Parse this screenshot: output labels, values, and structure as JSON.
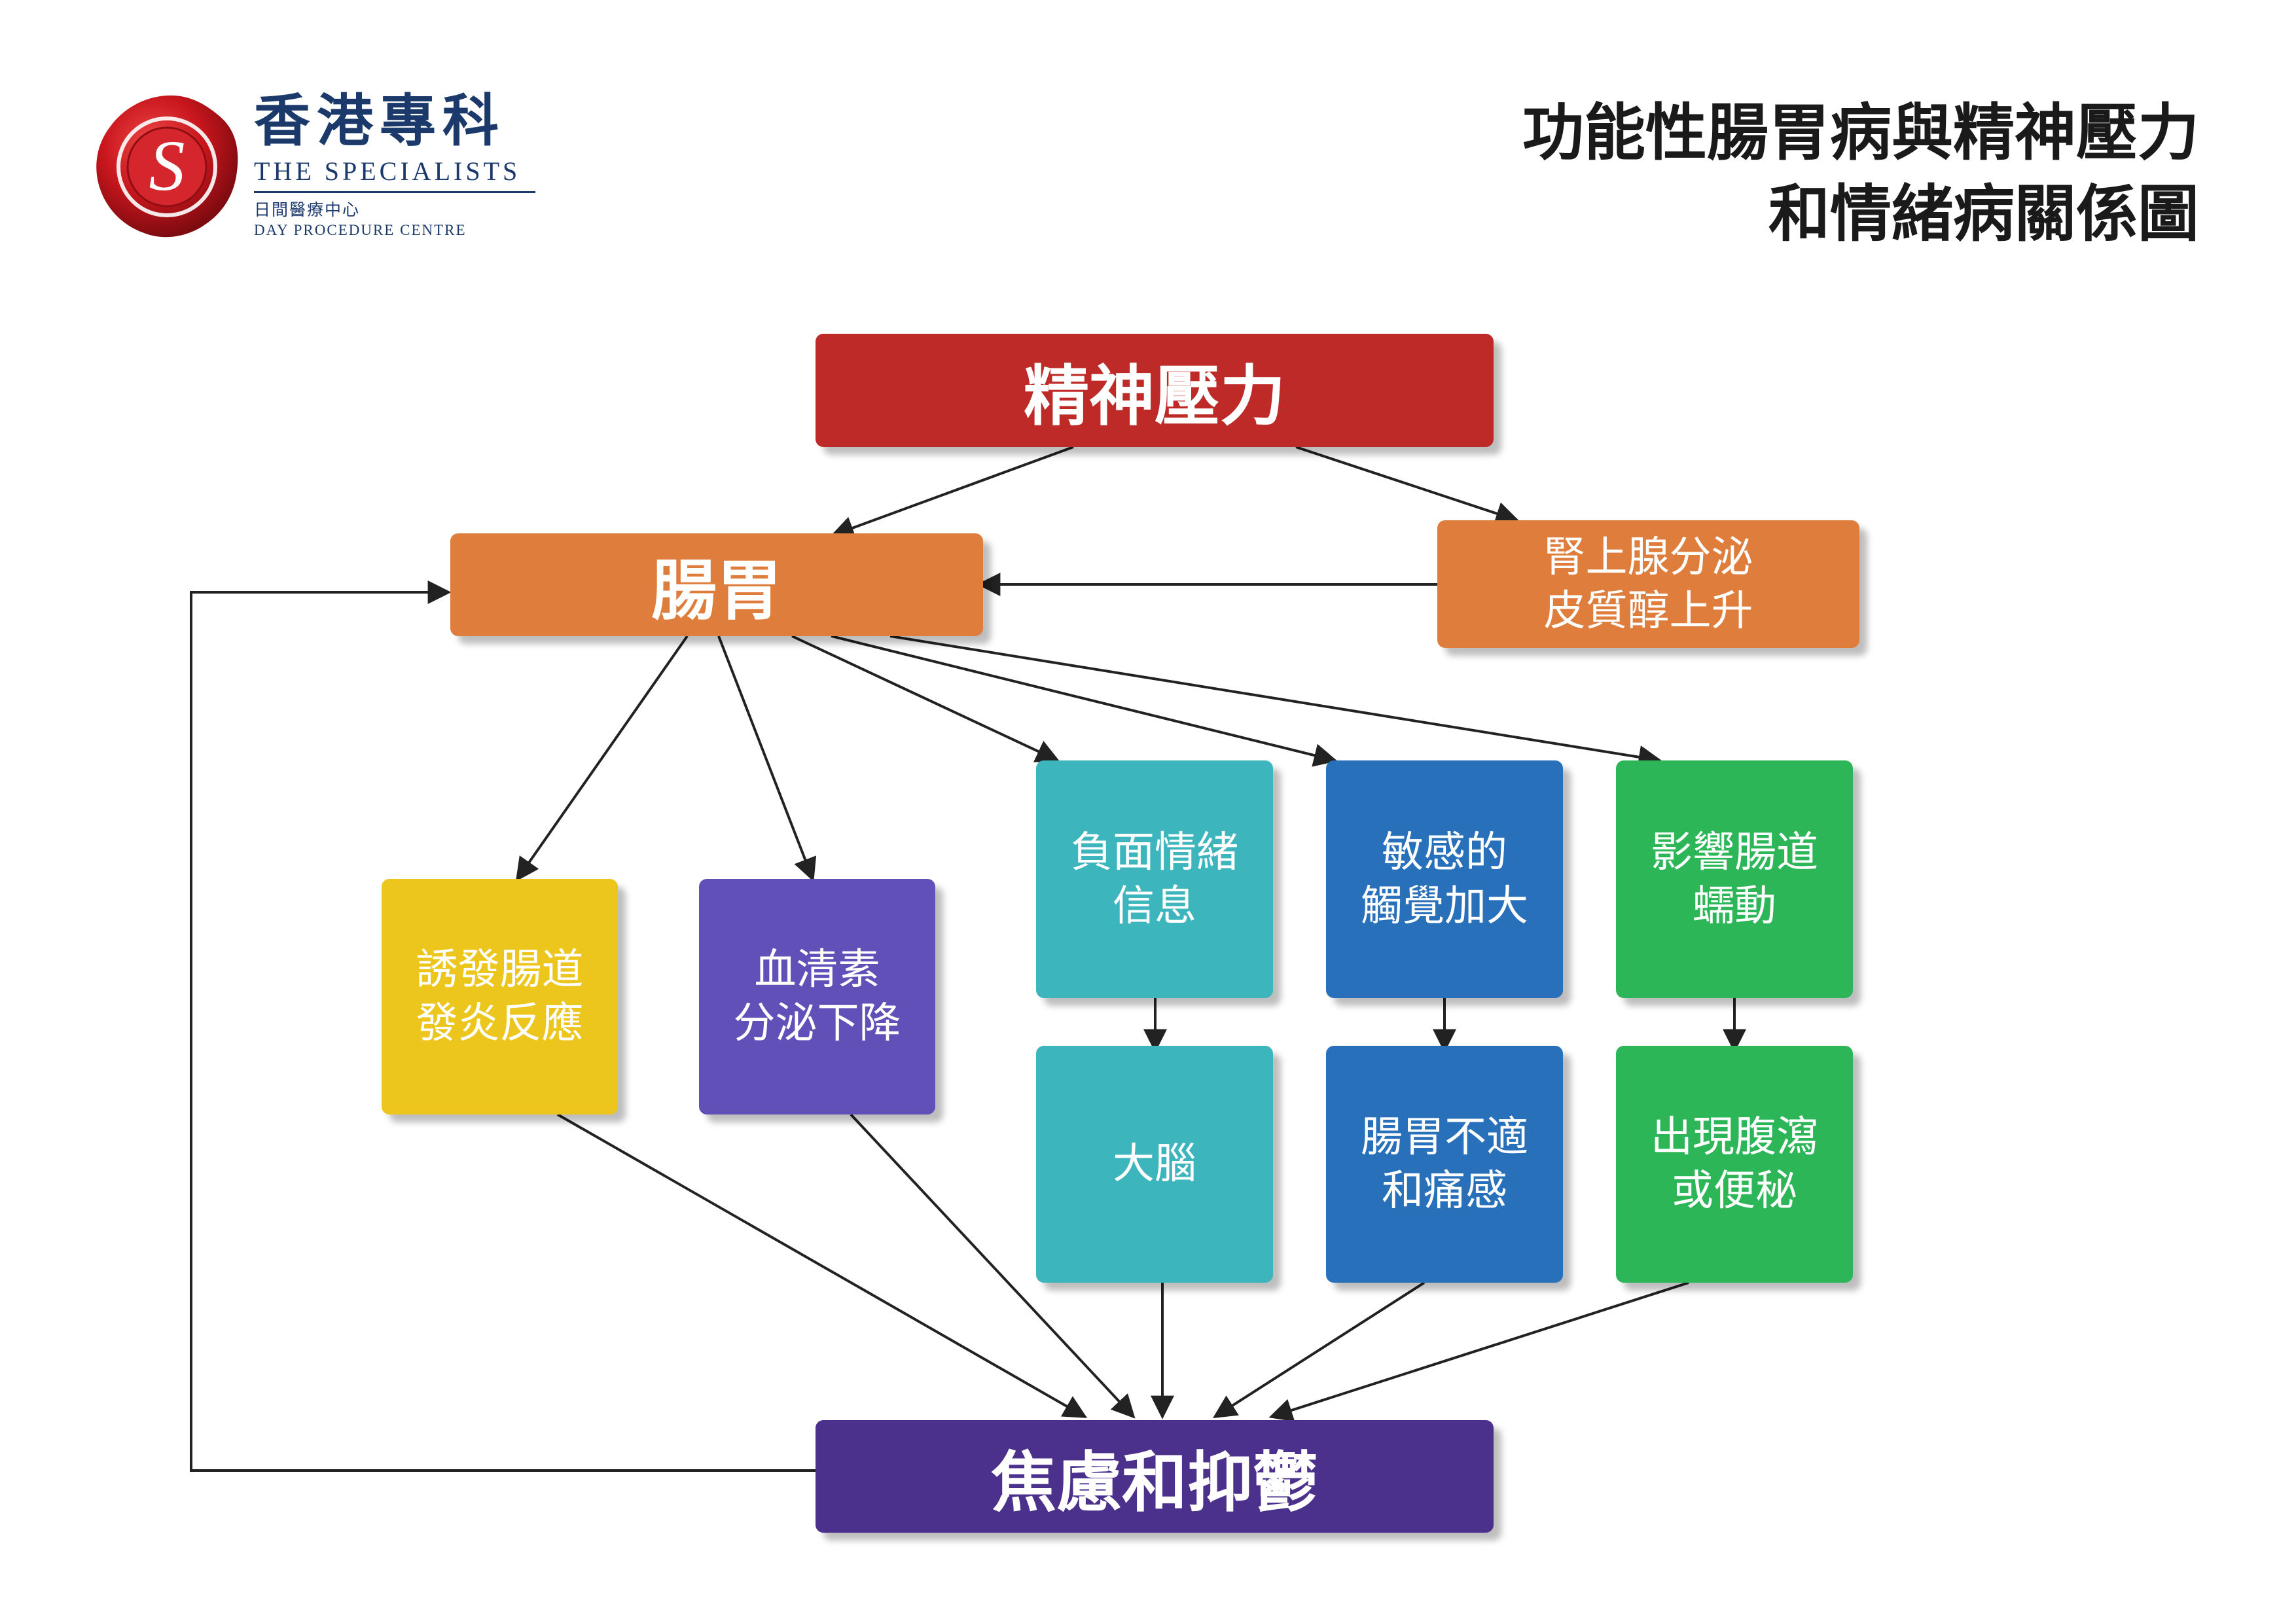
{
  "logo": {
    "cn_name": "香港專科",
    "en_name": "THE SPECIALISTS",
    "sub_cn": "日間醫療中心",
    "sub_en": "DAY PROCEDURE CENTRE",
    "seal_letter": "S",
    "icon": "wax-seal-icon"
  },
  "title": {
    "line1": "功能性腸胃病與精神壓力",
    "line2": "和情緒病關係圖"
  },
  "nodes": {
    "stress": {
      "label": "精神壓力",
      "color": "#bd2a27"
    },
    "gut": {
      "label": "腸胃",
      "color": "#df7d3c"
    },
    "cortisol": {
      "line1": "腎上腺分泌",
      "line2": "皮質醇上升",
      "color": "#df7d3c"
    },
    "inflammation": {
      "line1": "誘發腸道",
      "line2": "發炎反應",
      "color": "#edc61d"
    },
    "serotonin": {
      "line1": "血清素",
      "line2": "分泌下降",
      "color": "#6150b8"
    },
    "neg_emotion": {
      "line1": "負面情緒",
      "line2": "信息",
      "color": "#3db5bd"
    },
    "sensitivity": {
      "line1": "敏感的",
      "line2": "觸覺加大",
      "color": "#2970bb"
    },
    "motility": {
      "line1": "影響腸道",
      "line2": "蠕動",
      "color": "#2db658"
    },
    "brain": {
      "label": "大腦",
      "color": "#3db5bd"
    },
    "discomfort": {
      "line1": "腸胃不適",
      "line2": "和痛感",
      "color": "#2970bb"
    },
    "bowel": {
      "line1": "出現腹瀉",
      "line2": "或便秘",
      "color": "#2db658"
    },
    "anxiety": {
      "label": "焦慮和抑鬱",
      "color": "#4c318c"
    }
  },
  "colors": {
    "arrow": "#222222",
    "title_text": "#1a1a1a",
    "brand_navy": "#1b3a6b",
    "seal_red": "#c8161d"
  }
}
